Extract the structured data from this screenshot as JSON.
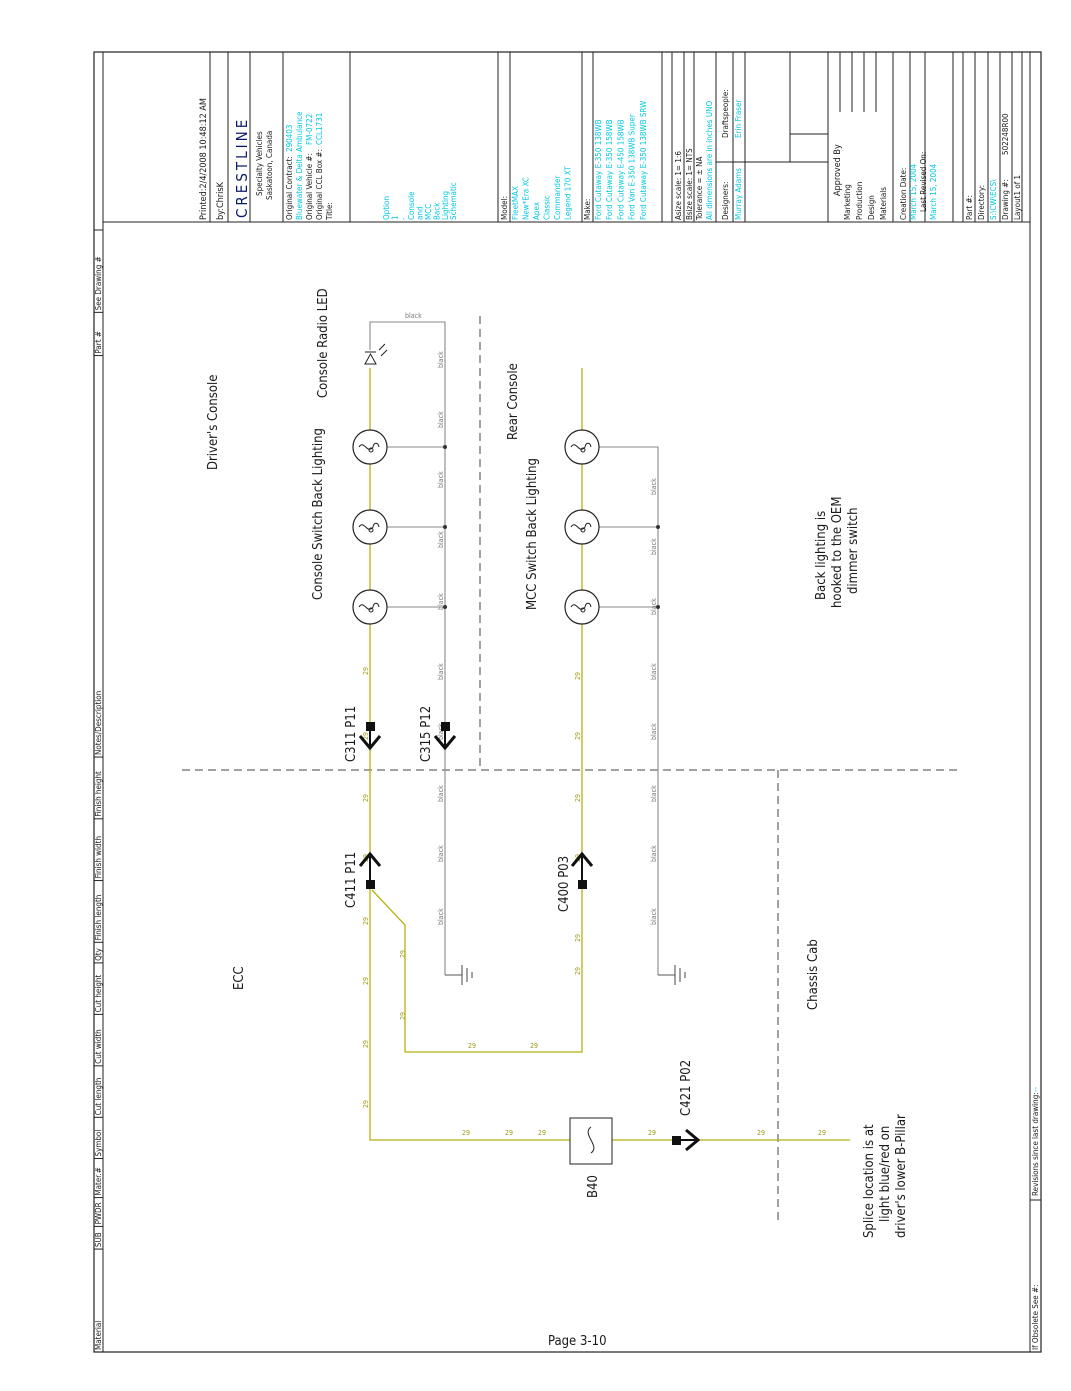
{
  "header_columns": [
    "Material",
    "SUB",
    "PWDR",
    "Mater.#",
    "Symbol",
    "Cut length",
    "Cut width",
    "Cut height",
    "Qty",
    "Finish length",
    "Finish width",
    "Finish height",
    "Notes/Description",
    "Part #",
    "See Drawing #"
  ],
  "footer": {
    "obsolete": "If Obsolete See #:",
    "revisions": "Revisions since last drawing:",
    "revisions_value": "--"
  },
  "page_number": "Page 3-10",
  "title_block": {
    "printed": "Printed:2/4/2008 10:48:12 AM",
    "by": "by:ChrisK",
    "company": "CRESTLINE",
    "company_sub1": "Specialty Vehicles",
    "company_sub2": "Saskatoon, Canada",
    "original_contract_label": "Original Contract:",
    "original_contract": "290403",
    "original_contract_line2": "Bluewater & Delta Ambulance",
    "original_vehicle_label": "Original Vehicle #:",
    "original_vehicle": "FM-0722",
    "original_ccl_label": "Original CCL Box #:",
    "original_ccl": "CCL1731",
    "title_label": "Title:",
    "title_lines": [
      "Option",
      "1",
      "-",
      "Console",
      "and",
      "MCC",
      "Back",
      "Lighting",
      "Schematic"
    ],
    "model_label": "Model:",
    "models": [
      "FleetMAX",
      "New*Era XC",
      "Apex",
      "Classic",
      "Commander",
      "Legend 170 XT"
    ],
    "make_label": "Make:",
    "makes": [
      "Ford Cutaway E-350 138WB",
      "Ford Cutaway E-350 158WB",
      "Ford Cutaway E-450 158WB",
      "Ford Van E-350 138WB Super",
      "Ford Cutaway E-350 138WB SRW"
    ],
    "asize": "Asize scale: 1= 1:6",
    "bsize": "Bsize scale: 1= NTS",
    "tolerance": "Tolerance = ± NA",
    "units": "All dimensions are in inches UNO",
    "designers_label": "Designers:",
    "designers": "Murray Adams",
    "draftspeople_label": "Draftspeople:",
    "draftspeople": "Erin Fraser",
    "approved_by": "Approved By",
    "approvals": [
      "Marketing",
      "Production",
      "Design",
      "Materials"
    ],
    "creation_label": "Creation Date:",
    "creation": "March 15, 2004",
    "revised_label": "Last Revised On:",
    "revised": "March 15, 2004",
    "part_label": "Part #:",
    "directory_label": "Directory:",
    "directory": "S:\\CW\\ECS\\",
    "drawing_label": "Drawing #:",
    "drawing": "502248R00",
    "layout": "Layout1 of 1"
  },
  "schematic": {
    "zones": [
      "Driver's Console",
      "Rear Console",
      "ECC",
      "Chassis Cab"
    ],
    "components": {
      "console_radio_led": "Console Radio LED",
      "console_switch": "Console Switch Back Lighting",
      "mcc_switch": "MCC Switch Back Lighting",
      "fuse": "B40"
    },
    "connectors": [
      "C311 P11",
      "C315 P12",
      "C411 P11",
      "C400 P03",
      "C421 P02"
    ],
    "notes": {
      "back_lighting": "Back lighting is hooked to the OEM dimmer switch",
      "splice": "Splice location is at light blue/red on driver's lower B-Pillar"
    },
    "wire_power": "29",
    "wire_ground": "black"
  }
}
